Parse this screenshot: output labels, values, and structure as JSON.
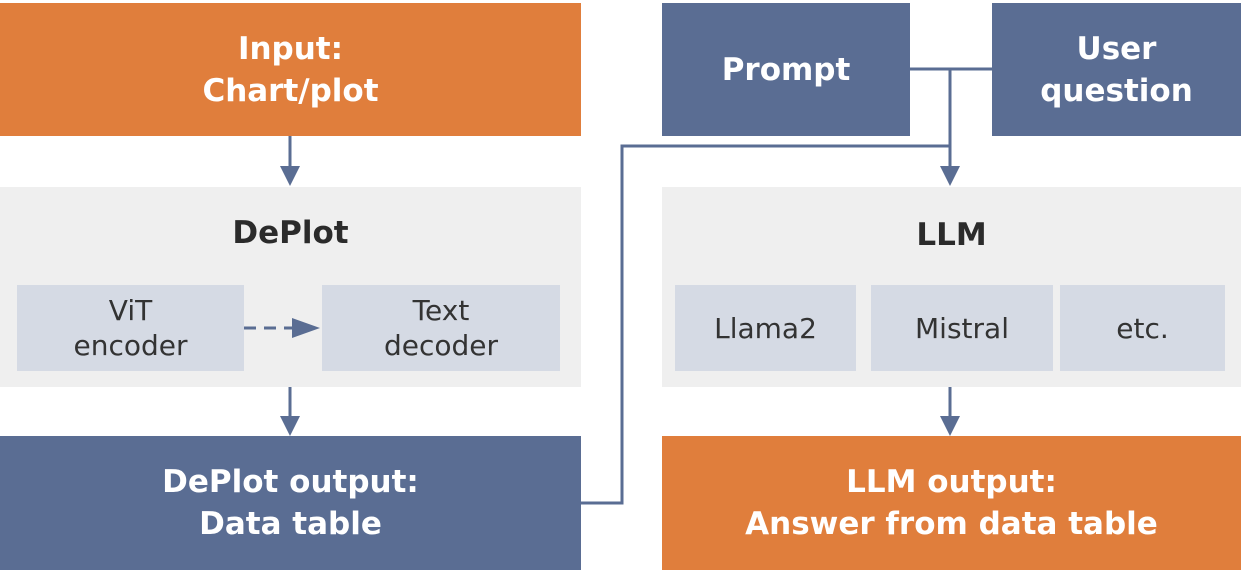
{
  "colors": {
    "orange": "#E07E3C",
    "blue": "#5A6D93",
    "panel": "#EFEFEF",
    "sub": "#D5DAE4",
    "connector": "#5A6D93"
  },
  "input_box": {
    "label": "Input:\nChart/plot"
  },
  "deplot": {
    "title": "DePlot",
    "vit_encoder": "ViT\nencoder",
    "text_decoder": "Text\ndecoder"
  },
  "deplot_output": {
    "label": "DePlot output:\nData table"
  },
  "prompt": {
    "label": "Prompt"
  },
  "user_question": {
    "label": "User\nquestion"
  },
  "llm": {
    "title": "LLM",
    "models": [
      "Llama2",
      "Mistral",
      "etc."
    ]
  },
  "llm_output": {
    "label": "LLM output:\nAnswer from data table"
  }
}
